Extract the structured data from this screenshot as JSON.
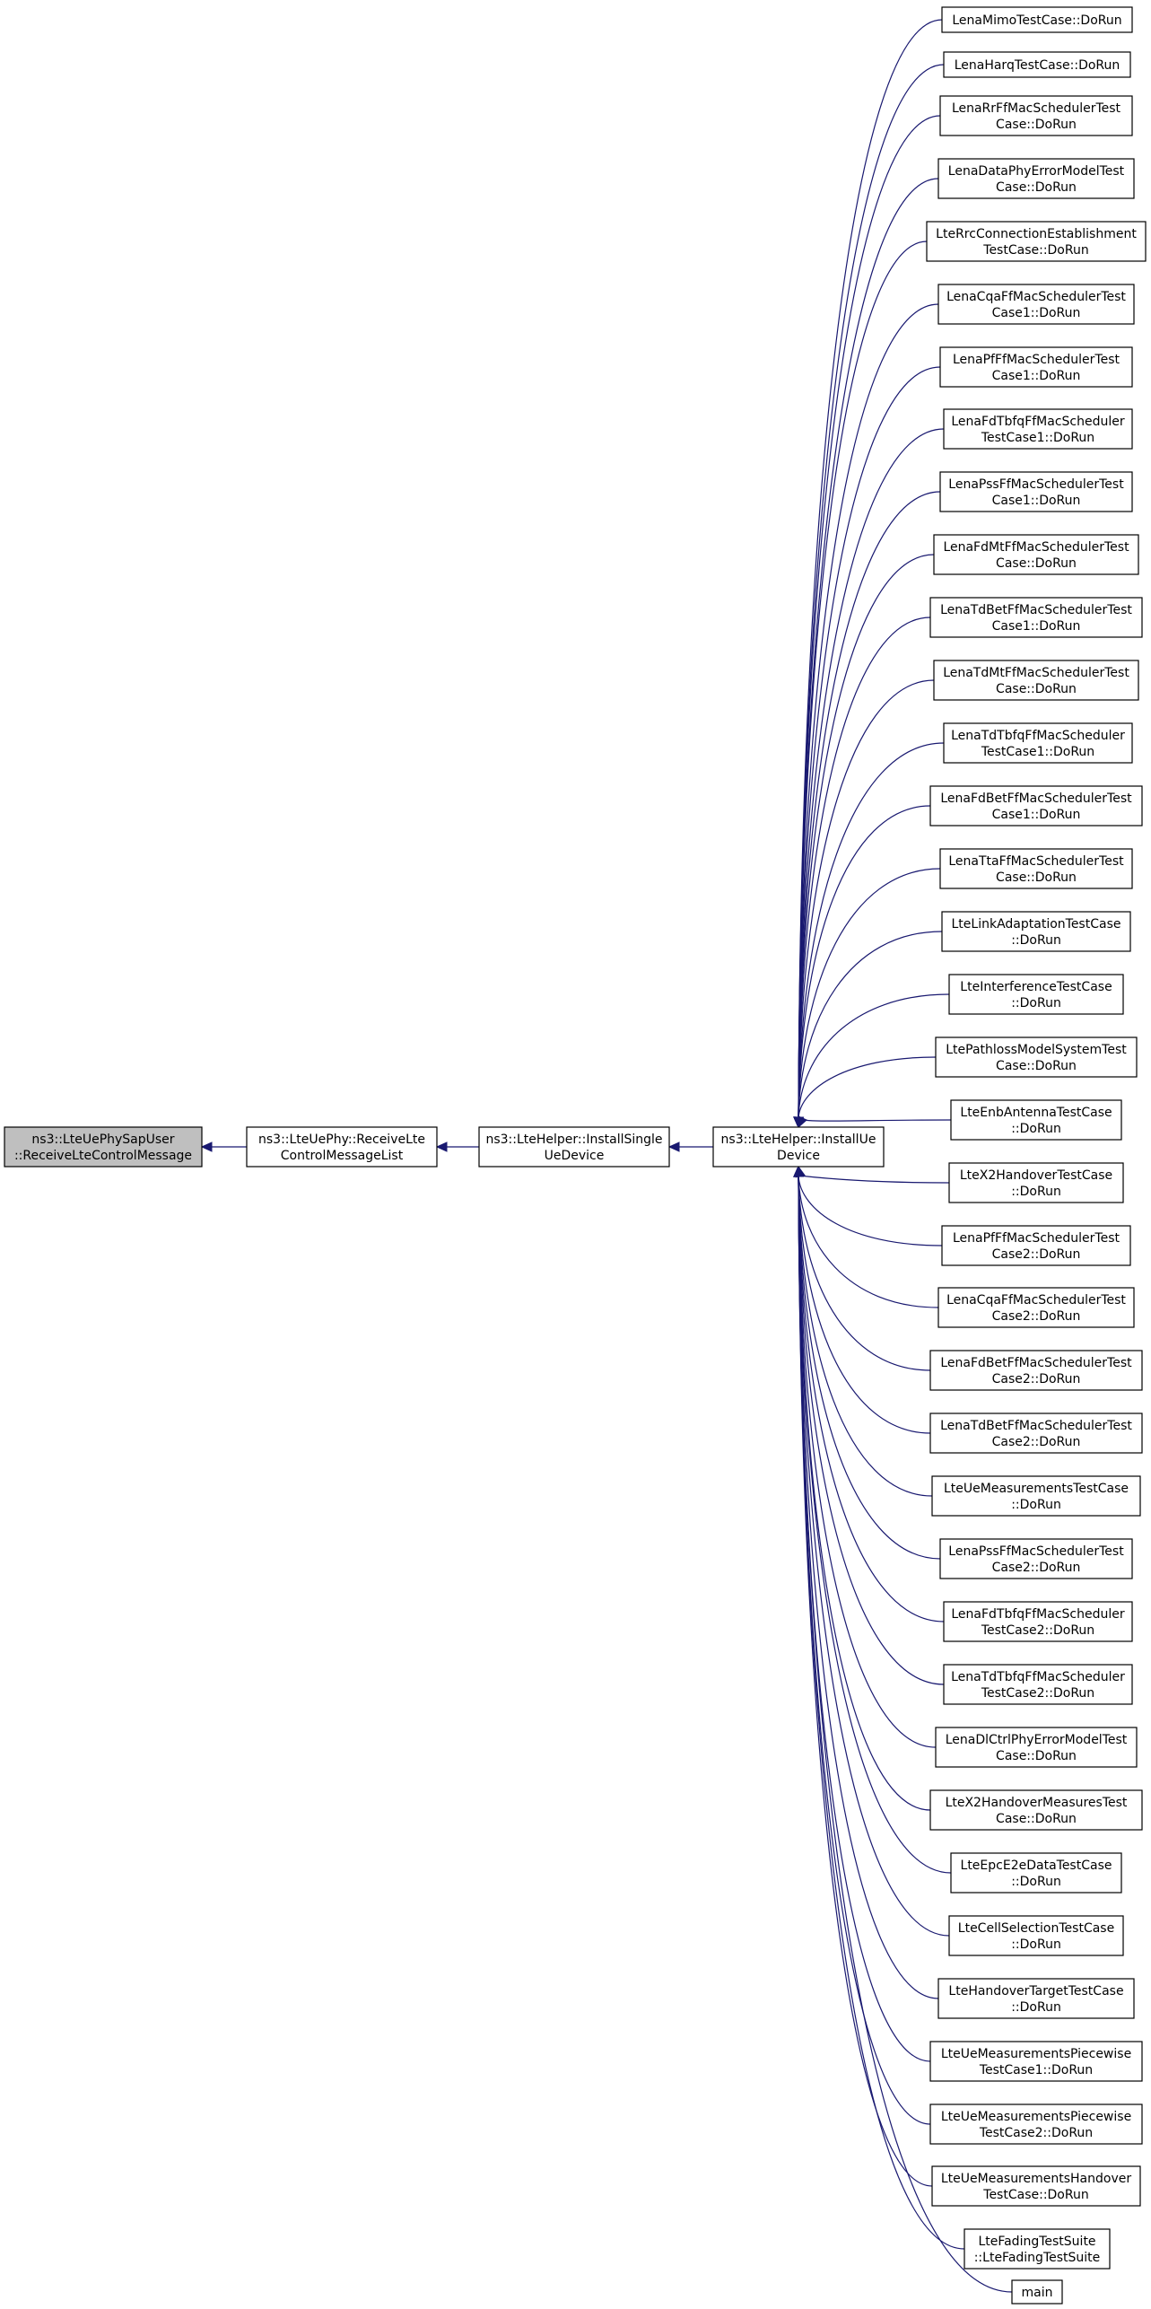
{
  "colors": {
    "edge": "#191970",
    "node_border": "#000000",
    "highlight_fill": "#bfbfbf",
    "background": "#ffffff"
  },
  "chain": [
    {
      "id": "n0",
      "lines": [
        "ns3::LteUePhySapUser",
        "::ReceiveLteControlMessage"
      ],
      "highlight": true
    },
    {
      "id": "n1",
      "lines": [
        "ns3::LteUePhy::ReceiveLte",
        "ControlMessageList"
      ]
    },
    {
      "id": "n2",
      "lines": [
        "ns3::LteHelper::InstallSingle",
        "UeDevice"
      ]
    },
    {
      "id": "n3",
      "lines": [
        "ns3::LteHelper::InstallUe",
        "Device"
      ]
    }
  ],
  "callers": [
    {
      "lines": [
        "LenaMimoTestCase::DoRun"
      ]
    },
    {
      "lines": [
        "LenaHarqTestCase::DoRun"
      ]
    },
    {
      "lines": [
        "LenaRrFfMacSchedulerTest",
        "Case::DoRun"
      ]
    },
    {
      "lines": [
        "LenaDataPhyErrorModelTest",
        "Case::DoRun"
      ]
    },
    {
      "lines": [
        "LteRrcConnectionEstablishment",
        "TestCase::DoRun"
      ]
    },
    {
      "lines": [
        "LenaCqaFfMacSchedulerTest",
        "Case1::DoRun"
      ]
    },
    {
      "lines": [
        "LenaPfFfMacSchedulerTest",
        "Case1::DoRun"
      ]
    },
    {
      "lines": [
        "LenaFdTbfqFfMacScheduler",
        "TestCase1::DoRun"
      ]
    },
    {
      "lines": [
        "LenaPssFfMacSchedulerTest",
        "Case1::DoRun"
      ]
    },
    {
      "lines": [
        "LenaFdMtFfMacSchedulerTest",
        "Case::DoRun"
      ]
    },
    {
      "lines": [
        "LenaTdBetFfMacSchedulerTest",
        "Case1::DoRun"
      ]
    },
    {
      "lines": [
        "LenaTdMtFfMacSchedulerTest",
        "Case::DoRun"
      ]
    },
    {
      "lines": [
        "LenaTdTbfqFfMacScheduler",
        "TestCase1::DoRun"
      ]
    },
    {
      "lines": [
        "LenaFdBetFfMacSchedulerTest",
        "Case1::DoRun"
      ]
    },
    {
      "lines": [
        "LenaTtaFfMacSchedulerTest",
        "Case::DoRun"
      ]
    },
    {
      "lines": [
        "LteLinkAdaptationTestCase",
        "::DoRun"
      ]
    },
    {
      "lines": [
        "LteInterferenceTestCase",
        "::DoRun"
      ]
    },
    {
      "lines": [
        "LtePathlossModelSystemTest",
        "Case::DoRun"
      ]
    },
    {
      "lines": [
        "LteEnbAntennaTestCase",
        "::DoRun"
      ]
    },
    {
      "lines": [
        "LteX2HandoverTestCase",
        "::DoRun"
      ]
    },
    {
      "lines": [
        "LenaPfFfMacSchedulerTest",
        "Case2::DoRun"
      ]
    },
    {
      "lines": [
        "LenaCqaFfMacSchedulerTest",
        "Case2::DoRun"
      ]
    },
    {
      "lines": [
        "LenaFdBetFfMacSchedulerTest",
        "Case2::DoRun"
      ]
    },
    {
      "lines": [
        "LenaTdBetFfMacSchedulerTest",
        "Case2::DoRun"
      ]
    },
    {
      "lines": [
        "LteUeMeasurementsTestCase",
        "::DoRun"
      ]
    },
    {
      "lines": [
        "LenaPssFfMacSchedulerTest",
        "Case2::DoRun"
      ]
    },
    {
      "lines": [
        "LenaFdTbfqFfMacScheduler",
        "TestCase2::DoRun"
      ]
    },
    {
      "lines": [
        "LenaTdTbfqFfMacScheduler",
        "TestCase2::DoRun"
      ]
    },
    {
      "lines": [
        "LenaDlCtrlPhyErrorModelTest",
        "Case::DoRun"
      ]
    },
    {
      "lines": [
        "LteX2HandoverMeasuresTest",
        "Case::DoRun"
      ]
    },
    {
      "lines": [
        "LteEpcE2eDataTestCase",
        "::DoRun"
      ]
    },
    {
      "lines": [
        "LteCellSelectionTestCase",
        "::DoRun"
      ]
    },
    {
      "lines": [
        "LteHandoverTargetTestCase",
        "::DoRun"
      ]
    },
    {
      "lines": [
        "LteUeMeasurementsPiecewise",
        "TestCase1::DoRun"
      ]
    },
    {
      "lines": [
        "LteUeMeasurementsPiecewise",
        "TestCase2::DoRun"
      ]
    },
    {
      "lines": [
        "LteUeMeasurementsHandover",
        "TestCase::DoRun"
      ]
    },
    {
      "lines": [
        "LteFadingTestSuite",
        "::LteFadingTestSuite"
      ]
    },
    {
      "lines": [
        "main"
      ]
    }
  ]
}
